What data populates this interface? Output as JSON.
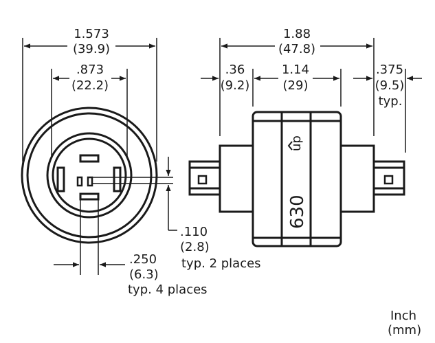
{
  "dimensions": {
    "overall_diameter_in": "1.573",
    "overall_diameter_mm": "(39.9)",
    "inner_diameter_in": ".873",
    "inner_diameter_mm": "(22.2)",
    "overall_length_in": "1.88",
    "overall_length_mm": "(47.8)",
    "left_terminal_in": ".36",
    "left_terminal_mm": "(9.2)",
    "body_length_in": "1.14",
    "body_length_mm": "(29)",
    "right_terminal_in": ".375",
    "right_terminal_mm": "(9.5)",
    "right_terminal_note": "typ.",
    "slot_width_in": ".110",
    "slot_width_mm": "(2.8)",
    "slot_width_note": "typ. 2 places",
    "blade_width_in": ".250",
    "blade_width_mm": "(6.3)",
    "blade_width_note": "typ. 4 places"
  },
  "body_text": {
    "up_marker": "up",
    "model_number": "630"
  },
  "units_legend": {
    "line1": "Inch",
    "line2": "(mm)"
  }
}
